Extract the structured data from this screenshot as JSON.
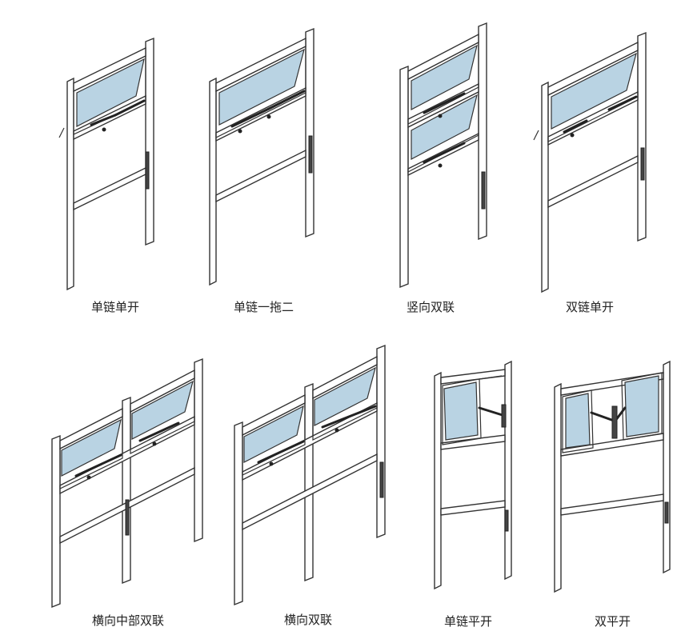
{
  "colors": {
    "glass": "#b9d3e3",
    "frame_stroke": "#333333",
    "background": "#ffffff"
  },
  "items": [
    {
      "label": "单链单开"
    },
    {
      "label": "单链一拖二"
    },
    {
      "label": "竖向双联"
    },
    {
      "label": "双链单开"
    },
    {
      "label": "横向中部双联"
    },
    {
      "label": "横向双联"
    },
    {
      "label": "单链平开"
    },
    {
      "label": "双平开"
    }
  ]
}
